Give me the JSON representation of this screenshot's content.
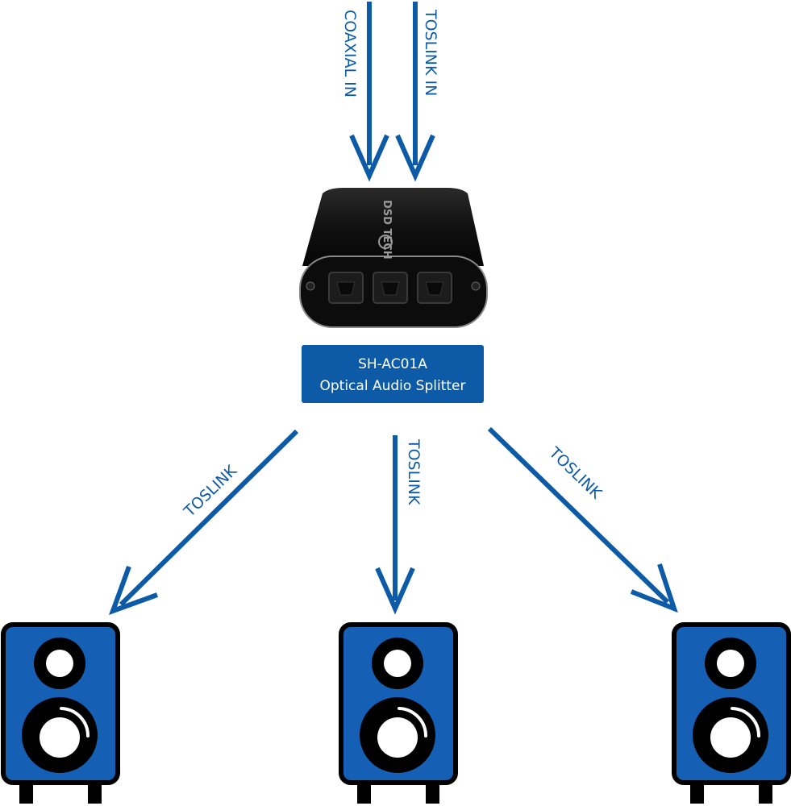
{
  "inputs": [
    {
      "label": "COAXIAL IN"
    },
    {
      "label": "TOSLINK IN"
    }
  ],
  "device": {
    "brand_logo": "DSD TECH",
    "model": "SH-AC01A",
    "name": "Optical Audio Splitter",
    "port_count": 3
  },
  "outputs": [
    {
      "label": "TOSLINK"
    },
    {
      "label": "TOSLINK"
    },
    {
      "label": "TOSLINK"
    }
  ],
  "colors": {
    "accent": "#0d5aa7",
    "speaker_fill": "#1560b5",
    "device": "#151515"
  }
}
